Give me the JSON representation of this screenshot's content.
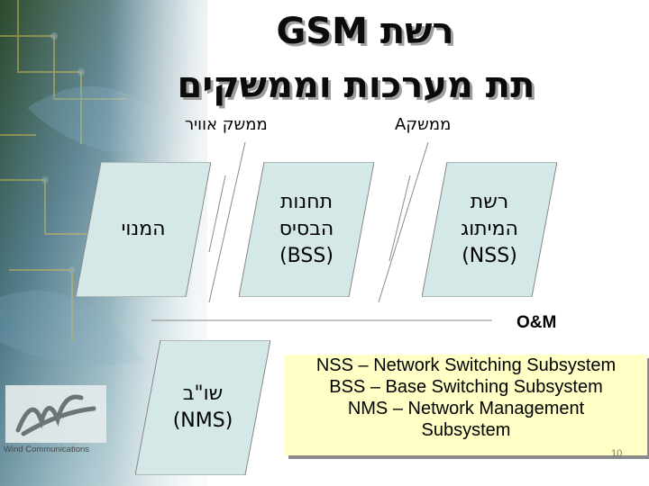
{
  "title": {
    "line1": "רשת GSM",
    "line2": "תת מערכות וממשקים"
  },
  "interfaces": {
    "air": "ממשק אוויר",
    "a": "ממשקA"
  },
  "nodes": {
    "nss": {
      "line1": "רשת",
      "line2": "המיתוג",
      "line3": "(NSS)"
    },
    "bss": {
      "line1": "תחנות",
      "line2": "הבסיס",
      "line3": "(BSS)"
    },
    "subscriber": {
      "line1": "המנוי"
    },
    "nms": {
      "line1": "שו\"ב",
      "line2": "(NMS)"
    }
  },
  "om_label": "O&M",
  "legend": {
    "line1": "NSS – Network Switching Subsystem",
    "line2": "BSS – Base Switching Subsystem",
    "line3": "NMS – Network Management",
    "line4": "Subsystem"
  },
  "logo_caption": "Wind Communications",
  "page_number": "10",
  "colors": {
    "node_fill": "#d5e8e8",
    "legend_fill": "#ffffc6",
    "title_shadow": "#9e9e9e"
  }
}
